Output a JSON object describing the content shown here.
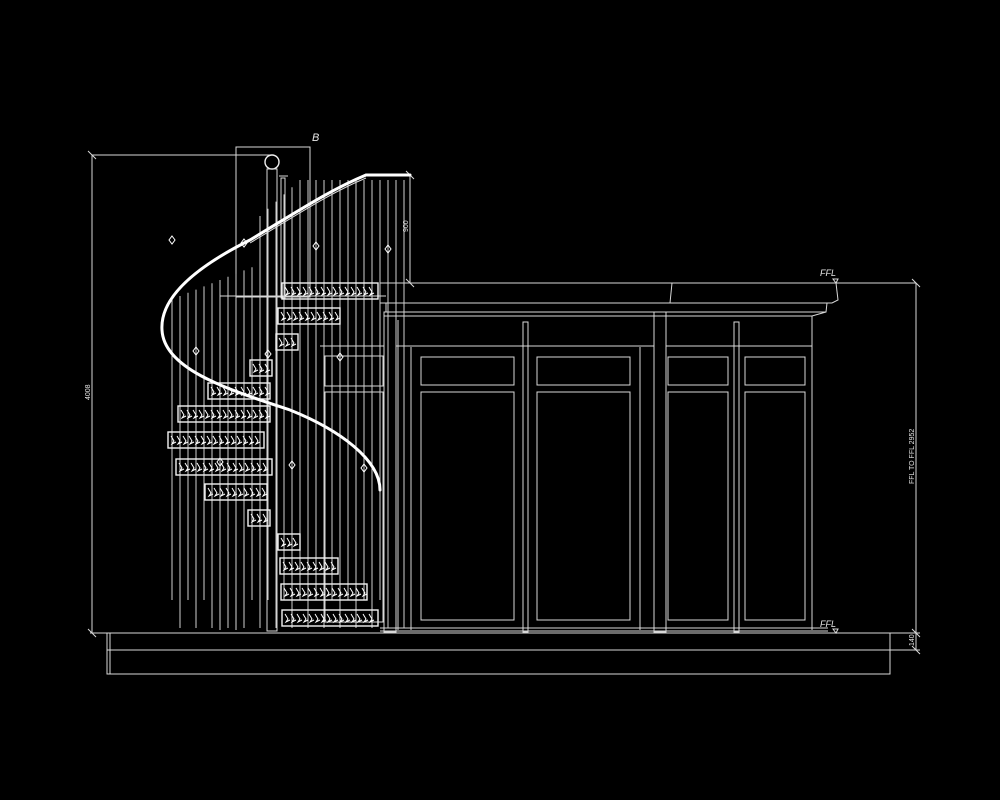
{
  "drawing": {
    "title": "Elevation with spiral staircase",
    "background": "#000000",
    "line_color": "#d9d9d9"
  },
  "labels": {
    "section_marker": "B",
    "ffl_top": "FFL",
    "ffl_bottom": "FFL",
    "dim_overall_height": "4008",
    "dim_handrail_height": "900",
    "dim_floor_to_floor": "FFL TO FFL 2952",
    "dim_plinth": "140"
  },
  "facade": {
    "door_panels": 4,
    "window_bays": 3
  },
  "staircase": {
    "type": "spiral",
    "visible_treads": 14
  }
}
